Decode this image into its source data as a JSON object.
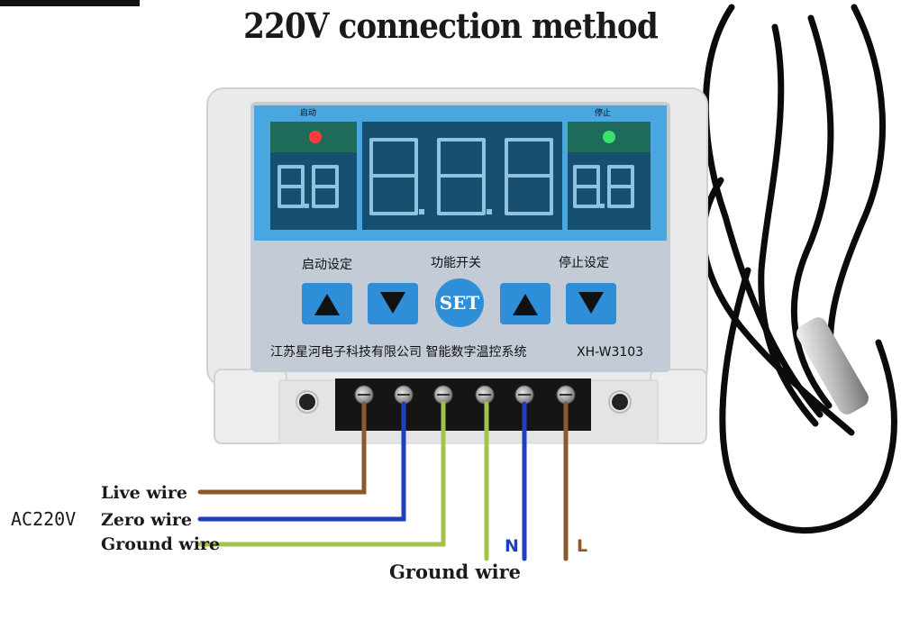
{
  "title": "220V connection method",
  "device": {
    "indicator_start": "启动",
    "indicator_stop": "停止",
    "label_start_setting": "启动设定",
    "label_function_switch": "功能开关",
    "label_stop_setting": "停止设定",
    "set_button": "SET",
    "company": "江苏星河电子科技有限公司 智能数字温控系统",
    "model": "XH-W3103"
  },
  "wiring": {
    "left_group": "AC220V",
    "live": "Live wire",
    "zero": "Zero wire",
    "ground": "Ground wire",
    "ground_bottom": "Ground wire",
    "n_label": "N",
    "l_label": "L"
  },
  "colors": {
    "live_wire": "#8b5a2b",
    "zero_wire": "#1f3fbf",
    "ground_wire": "#a5c24a",
    "panel_blue": "#4aa6de",
    "button_blue": "#2e8fd8"
  }
}
